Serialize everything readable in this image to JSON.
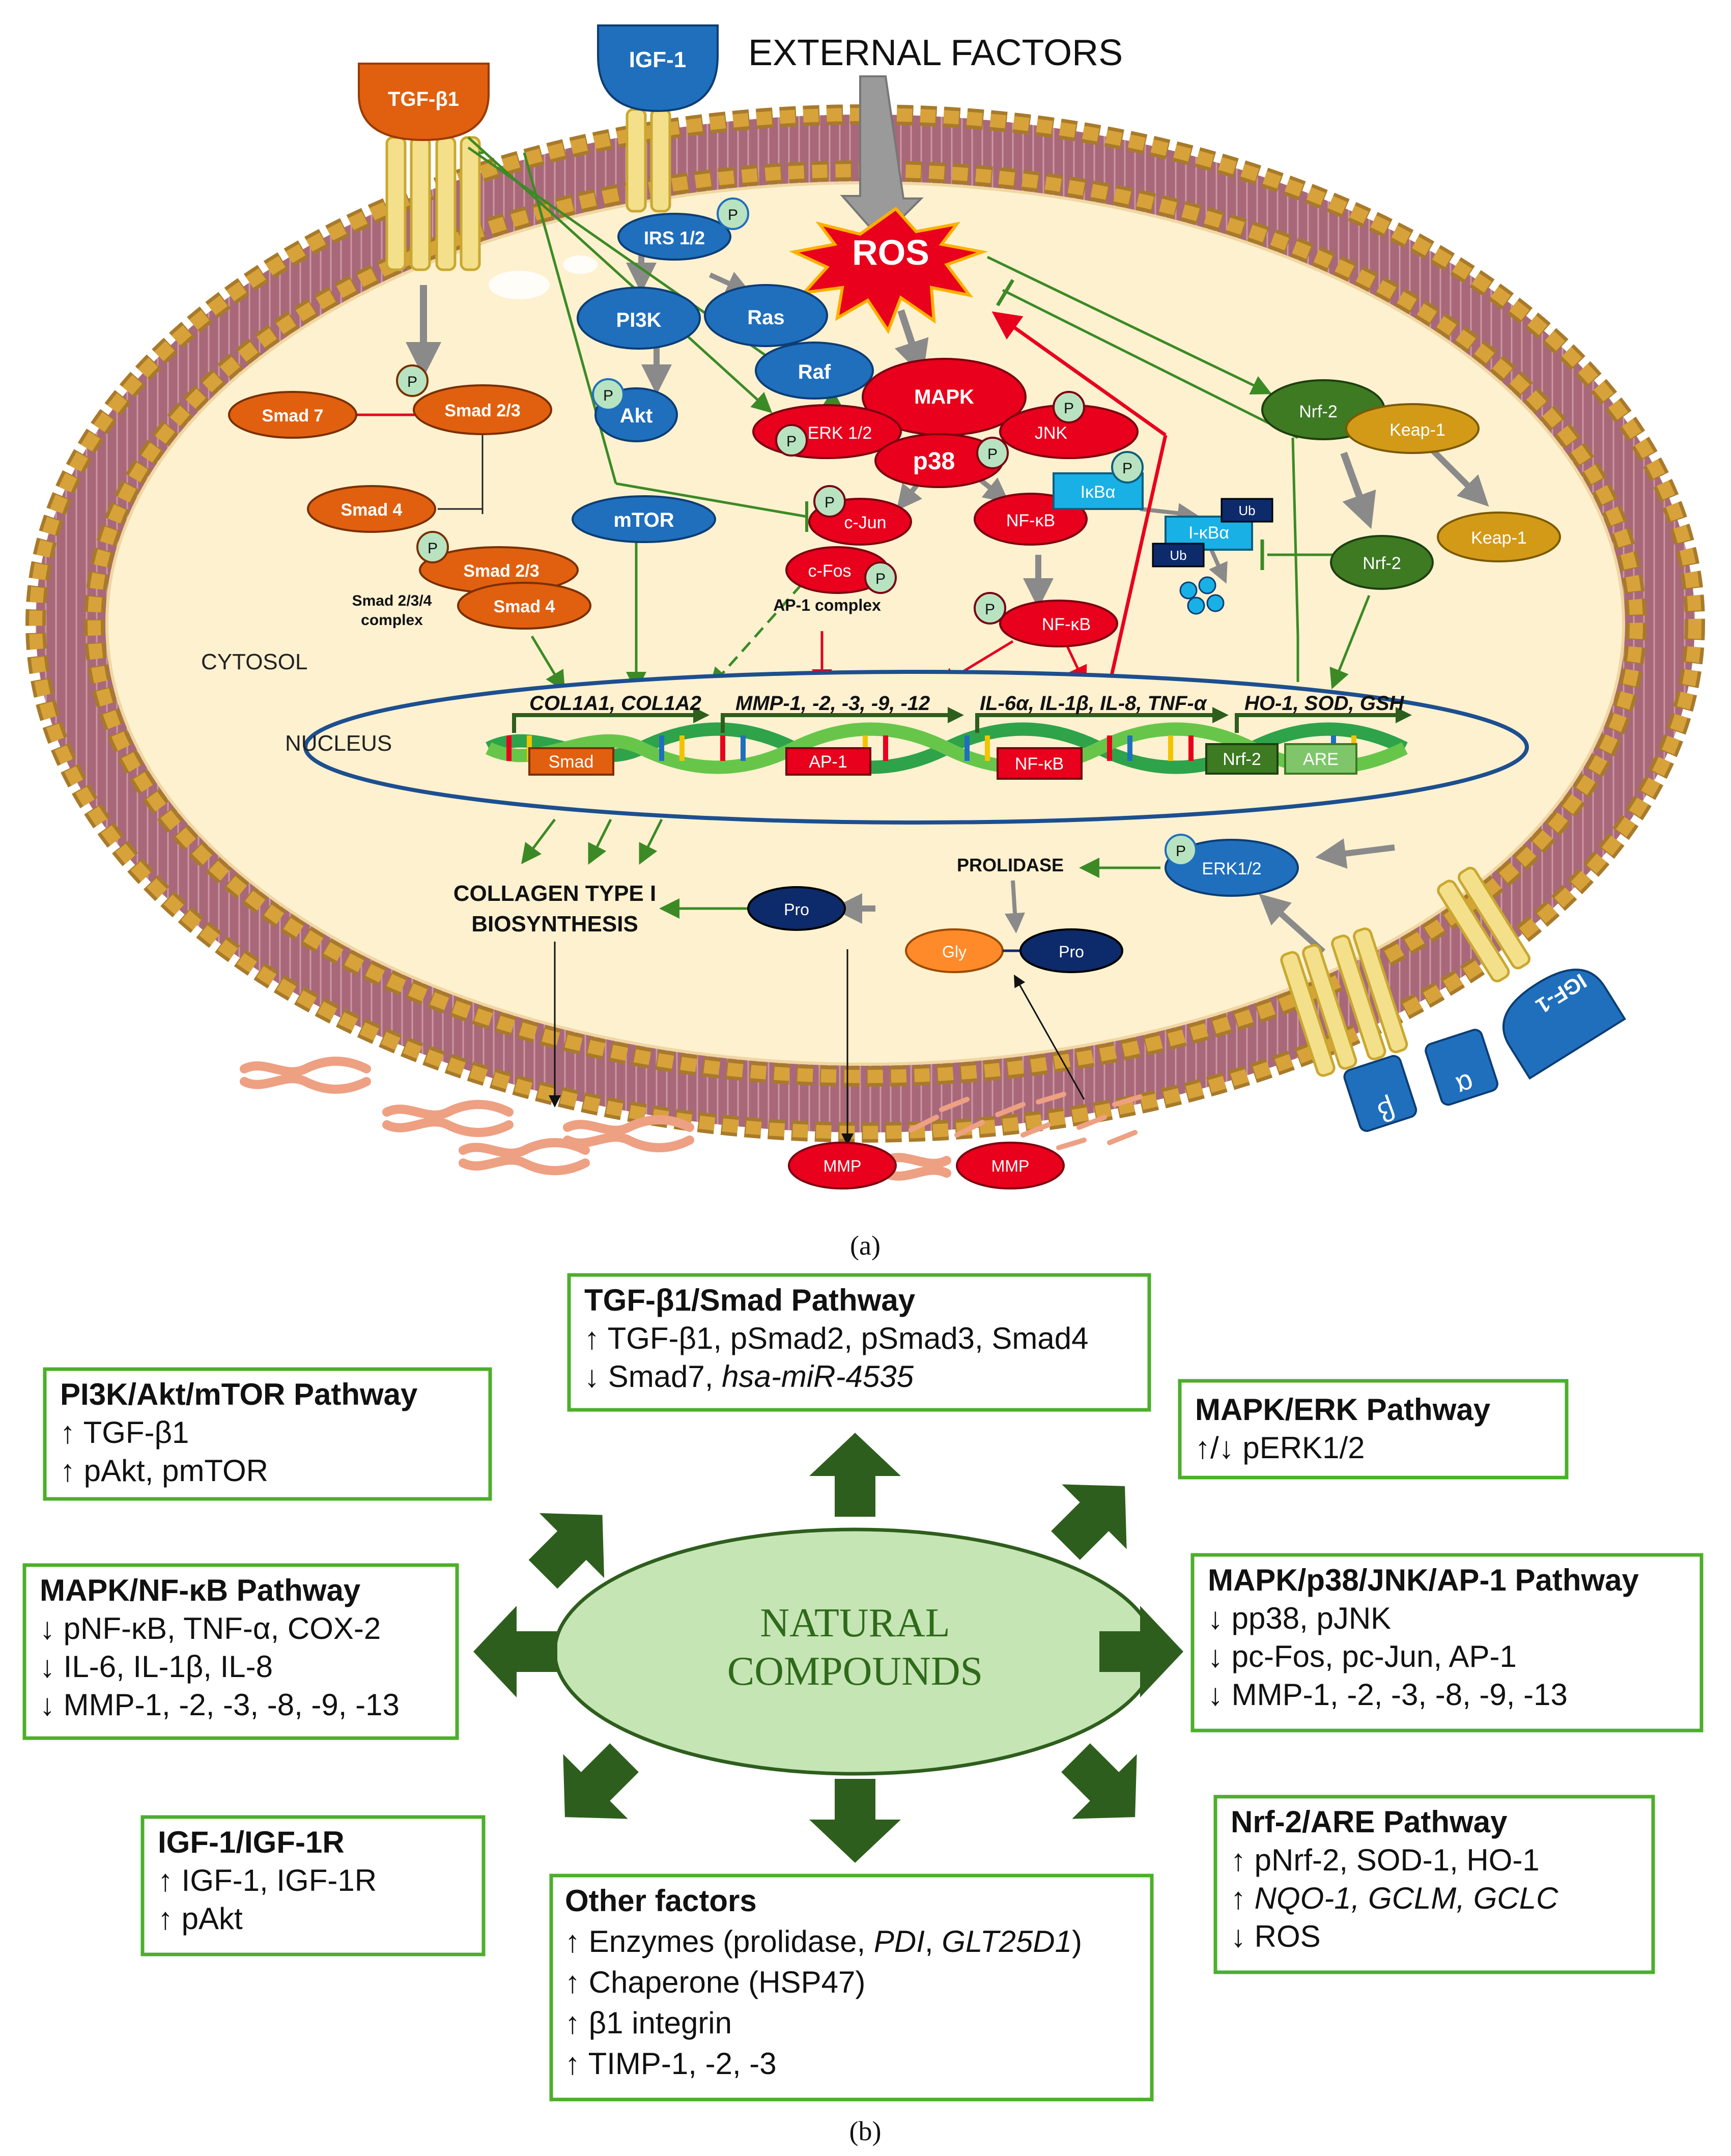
{
  "panel_a": {
    "external_factors": "EXTERNAL FACTORS",
    "ligands": {
      "tgf": "TGF-β1",
      "igf": "IGF-1",
      "igf_flipped": "IGF-1"
    },
    "receptor_subunits": {
      "alpha": "α",
      "beta": "β"
    },
    "phospho": "P",
    "ros": "ROS",
    "nodes": {
      "irs": "IRS 1/2",
      "pi3k": "PI3K",
      "ras": "Ras",
      "raf": "Raf",
      "akt": "Akt",
      "mtor": "mTOR",
      "mapk": "MAPK",
      "erk12": "ERK 1/2",
      "p38": "p38",
      "jnk": "JNK",
      "cjun": "c-Jun",
      "cfos": "c-Fos",
      "ap1_complex": "AP-1 complex",
      "nfkb1": "NF-κB",
      "nfkb2": "NF-κB",
      "ikba": "IκBα",
      "ikba2": "I-κBα",
      "ub": "Ub",
      "nrf2_1": "Nrf-2",
      "keap1_1": "Keap-1",
      "keap1_2": "Keap-1",
      "nrf2_2": "Nrf-2",
      "smad7": "Smad 7",
      "smad23": "Smad 2/3",
      "smad4": "Smad 4",
      "smad23b": "Smad 2/3",
      "smad4b": "Smad 4",
      "smad_complex_l1": "Smad 2/3/4",
      "smad_complex_l2": "complex",
      "erk12b": "ERK1/2",
      "prolidase": "PROLIDASE",
      "pro": "Pro",
      "gly": "Gly",
      "pro2": "Pro",
      "mmp1": "MMP",
      "mmp2": "MMP"
    },
    "cytosol": "CYTOSOL",
    "nucleus": "NUCLEUS",
    "genes": {
      "col": "COL1A1, COL1A2",
      "mmp": "MMP-1, -2, -3, -9, -12",
      "il": "IL-6α, IL-1β, IL-8, TNF-α",
      "ho": "HO-1, SOD, GSH"
    },
    "tf_boxes": {
      "smad": "Smad",
      "ap1": "AP-1",
      "nfkb": "NF-κB",
      "nrf2": "Nrf-2",
      "are": "ARE"
    },
    "collagen_l1": "COLLAGEN TYPE I",
    "collagen_l2": "BIOSYNTHESIS",
    "caption": "(a)"
  },
  "panel_b": {
    "center_l1": "NATURAL",
    "center_l2": "COMPOUNDS",
    "boxes": {
      "tgf": {
        "title": "TGF-β1/Smad Pathway",
        "l1": "↑ TGF-β1, pSmad2, pSmad3, Smad4",
        "l2a": "↓ Smad7, ",
        "l2b": "hsa-miR-4535"
      },
      "pi3k": {
        "title": "PI3K/Akt/mTOR Pathway",
        "l1": "↑ TGF-β1",
        "l2": "↑ pAkt, pmTOR"
      },
      "erk": {
        "title": "MAPK/ERK Pathway",
        "l1": "↑/↓ pERK1/2"
      },
      "nfkb": {
        "title": "MAPK/NF-κB Pathway",
        "l1": "↓ pNF-κB, TNF-α, COX-2",
        "l2": "↓ IL-6, IL-1β, IL-8",
        "l3": "↓ MMP-1, -2, -3, -8, -9, -13"
      },
      "p38": {
        "title": "MAPK/p38/JNK/AP-1 Pathway",
        "l1": "↓ pp38, pJNK",
        "l2": "↓ pc-Fos, pc-Jun, AP-1",
        "l3": "↓ MMP-1, -2, -3, -8, -9, -13"
      },
      "igf": {
        "title": "IGF-1/IGF-1R",
        "l1": "↑ IGF-1, IGF-1R",
        "l2": "↑ pAkt"
      },
      "nrf": {
        "title": "Nrf-2/ARE Pathway",
        "l1": "↑ pNrf-2, SOD-1, HO-1",
        "l2a": "↑ ",
        "l2b": "NQO-1, GCLM, GCLC",
        "l3": "↓ ROS"
      },
      "other": {
        "title": "Other factors",
        "l1a": "↑ Enzymes (prolidase, ",
        "l1b": "PDI",
        "l1c": ", ",
        "l1d": "GLT25D1",
        "l1e": ")",
        "l2": "↑ Chaperone (HSP47)",
        "l3": "↑ β1 integrin",
        "l4": "↑ TIMP-1, -2, -3"
      }
    },
    "caption": "(b)"
  },
  "colors": {
    "membrane": "#b07078",
    "membrane_head": "#cf9a3a",
    "cytoplasm": "#fdf1d0",
    "blue": "#1f6fbd",
    "red": "#e8001c",
    "orange": "#e0600f",
    "green": "#3d7a22",
    "gold": "#d39a18",
    "arrow_green": "#3c8a25",
    "box_border": "#4caf2a",
    "center_fill": "#c5e5b4",
    "dark_green": "#2e5e1d"
  }
}
